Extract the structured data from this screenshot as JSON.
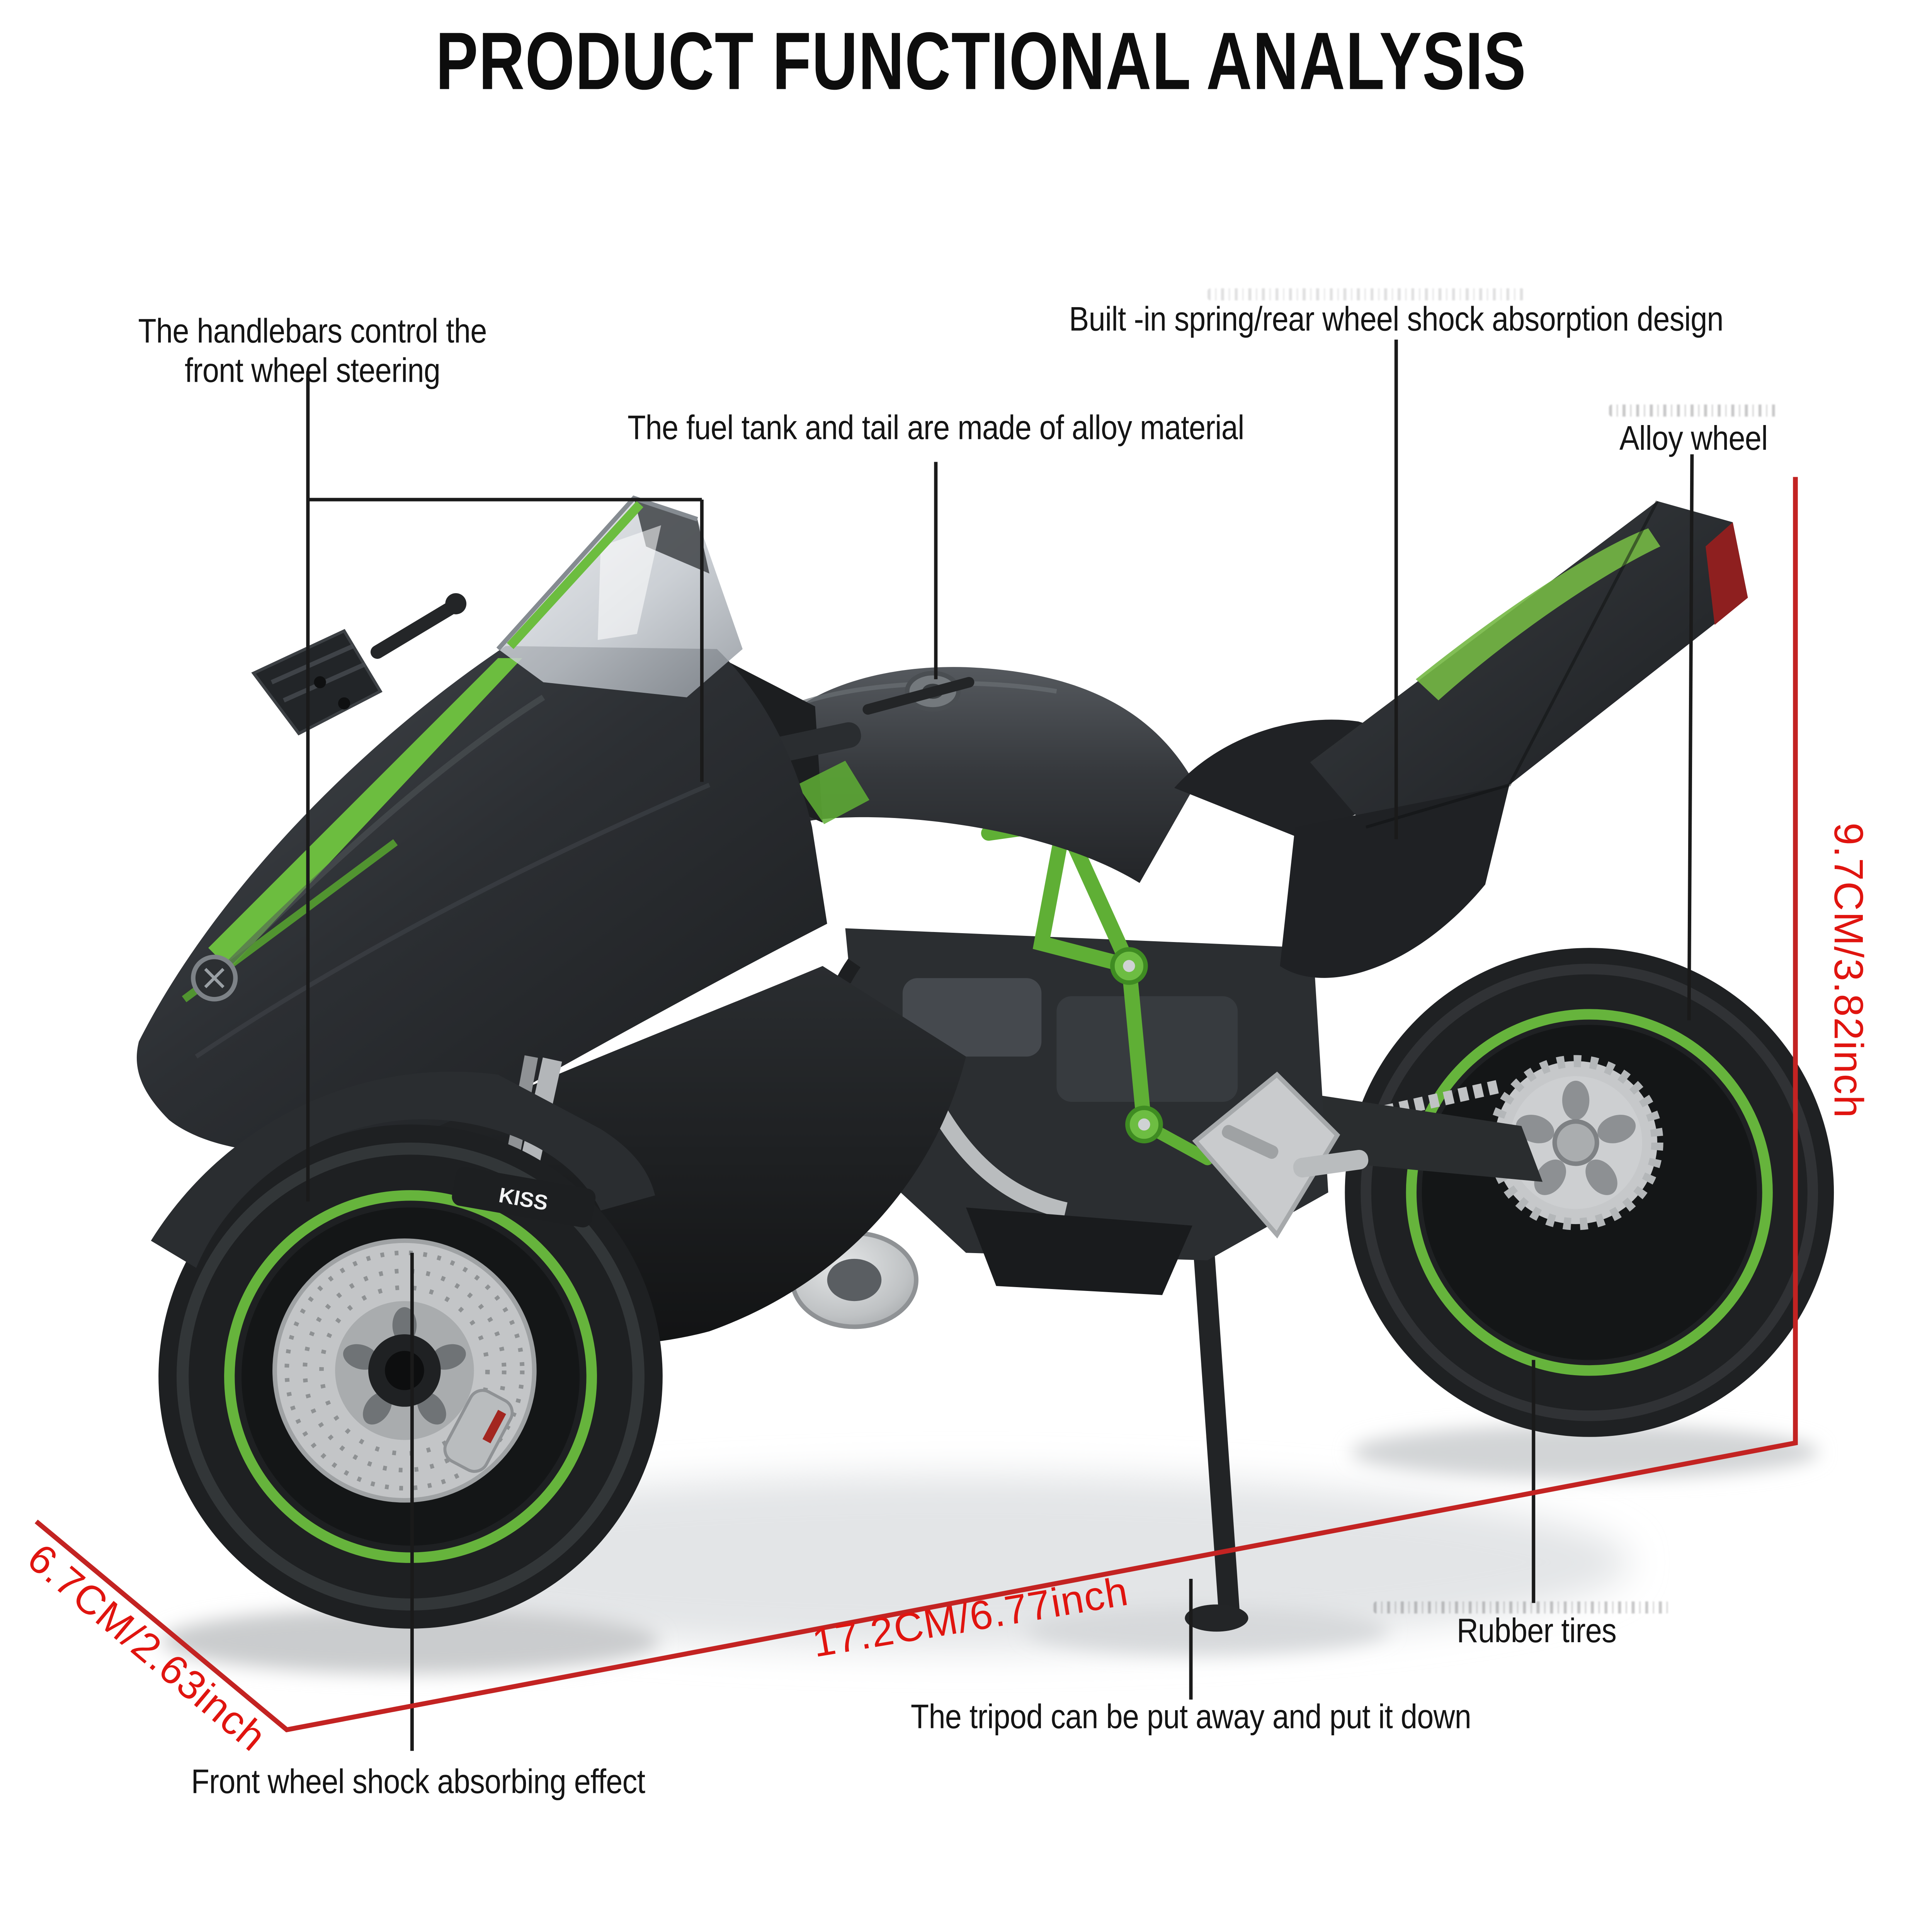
{
  "title": "PRODUCT FUNCTIONAL ANALYSIS",
  "callouts": {
    "handlebars_line1": "The handlebars control the",
    "handlebars_line2": "front wheel steering",
    "spring": "Built -in spring/rear wheel shock absorption design",
    "fuel_tank": "The fuel tank and tail are made of alloy material",
    "alloy_wheel": "Alloy wheel",
    "rubber_tires": "Rubber tires",
    "tripod": "The tripod can be put away and put it down",
    "front_shock": "Front wheel shock absorbing effect"
  },
  "dimensions": {
    "height_label": "9.7CM/3.82inch",
    "depth_label": "6.7CM/2.63inch",
    "length_label": "17.2CM/6.77inch"
  },
  "bike": {
    "fork_logo": "KISS"
  },
  "colors": {
    "label_text": "#141414",
    "callout_line": "#1a1a1a",
    "dimension_line": "#c32322",
    "dimension_text": "#e0140f",
    "accent_green": "#63b437",
    "rim_green": "#66b43c",
    "body_dark": "#26282b",
    "silver": "#c6c8ca",
    "tail_light_red": "#8e1f1f"
  }
}
